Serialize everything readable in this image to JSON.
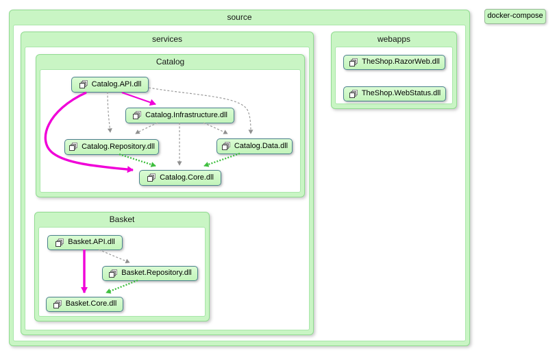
{
  "groups": {
    "source": {
      "title": "source"
    },
    "services": {
      "title": "services"
    },
    "webapps": {
      "title": "webapps"
    },
    "catalog": {
      "title": "Catalog"
    },
    "basket": {
      "title": "Basket"
    }
  },
  "nodes": {
    "docker_compose": {
      "label": "docker-compose"
    },
    "catalog_api": {
      "label": "Catalog.API.dll"
    },
    "catalog_infrastructure": {
      "label": "Catalog.Infrastructure.dll"
    },
    "catalog_repository": {
      "label": "Catalog.Repository.dll"
    },
    "catalog_data": {
      "label": "Catalog.Data.dll"
    },
    "catalog_core": {
      "label": "Catalog.Core.dll"
    },
    "basket_api": {
      "label": "Basket.API.dll"
    },
    "basket_repository": {
      "label": "Basket.Repository.dll"
    },
    "basket_core": {
      "label": "Basket.Core.dll"
    },
    "theshop_razorweb": {
      "label": "TheShop.RazorWeb.dll"
    },
    "theshop_webstatus": {
      "label": "TheShop.WebStatus.dll"
    }
  },
  "edges": [
    {
      "from": "Catalog.API.dll",
      "to": "Catalog.Infrastructure.dll",
      "style": "solid",
      "color": "#f000d8"
    },
    {
      "from": "Catalog.API.dll",
      "to": "Catalog.Core.dll",
      "style": "solid-thick",
      "color": "#f000d8"
    },
    {
      "from": "Catalog.API.dll",
      "to": "Catalog.Repository.dll",
      "style": "dashed",
      "color": "#9a9a9a"
    },
    {
      "from": "Catalog.API.dll",
      "to": "Catalog.Data.dll",
      "style": "dashed",
      "color": "#9a9a9a"
    },
    {
      "from": "Catalog.Infrastructure.dll",
      "to": "Catalog.Repository.dll",
      "style": "dashed",
      "color": "#9a9a9a"
    },
    {
      "from": "Catalog.Infrastructure.dll",
      "to": "Catalog.Core.dll",
      "style": "dashed",
      "color": "#9a9a9a"
    },
    {
      "from": "Catalog.Infrastructure.dll",
      "to": "Catalog.Data.dll",
      "style": "dashed",
      "color": "#9a9a9a"
    },
    {
      "from": "Catalog.Repository.dll",
      "to": "Catalog.Core.dll",
      "style": "dotted",
      "color": "#3fbf3f"
    },
    {
      "from": "Catalog.Data.dll",
      "to": "Catalog.Core.dll",
      "style": "dotted",
      "color": "#3fbf3f"
    },
    {
      "from": "Basket.API.dll",
      "to": "Basket.Core.dll",
      "style": "solid-thick",
      "color": "#f000d8"
    },
    {
      "from": "Basket.API.dll",
      "to": "Basket.Repository.dll",
      "style": "dashed",
      "color": "#9a9a9a"
    },
    {
      "from": "Basket.Repository.dll",
      "to": "Basket.Core.dll",
      "style": "dotted",
      "color": "#3fbf3f"
    }
  ],
  "colors": {
    "group_fill": "#c9f5c4",
    "group_border": "#90db90",
    "group_body_fill": "#ffffff",
    "node_fill": "#c9f7c3",
    "node_border": "#4b818d",
    "edge_magenta": "#f000d8",
    "edge_gray_dashed": "#9a9a9a",
    "edge_green_dotted": "#3fbf3f"
  }
}
